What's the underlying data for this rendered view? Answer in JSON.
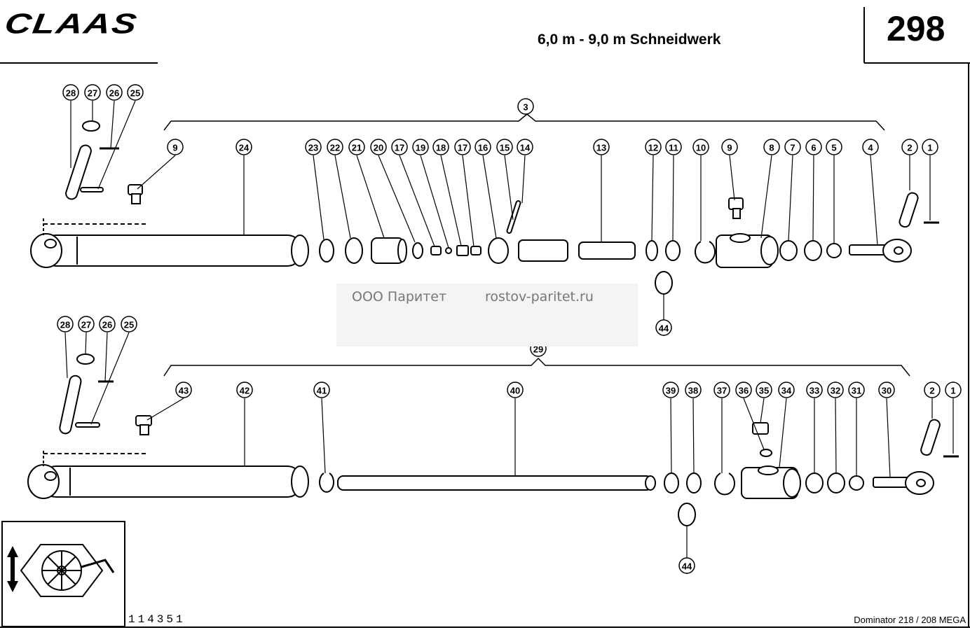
{
  "header": {
    "brand": "CLAAS",
    "title": "6,0 m - 9,0 m Schneidwerk",
    "page_number": "298"
  },
  "watermark": {
    "company": "ООО Паритет",
    "site": "rostov-paritet.ru"
  },
  "footer": {
    "drawing_number": "114351",
    "model": "Dominator 218 / 208 MEGA"
  },
  "top_assembly": {
    "group_label": "3",
    "labels": [
      "28",
      "27",
      "26",
      "25",
      "9",
      "24",
      "23",
      "22",
      "21",
      "20",
      "17",
      "19",
      "18",
      "17",
      "16",
      "15",
      "14",
      "13",
      "12",
      "11",
      "10",
      "9",
      "8",
      "7",
      "6",
      "5",
      "4",
      "2",
      "1",
      "44"
    ]
  },
  "bottom_assembly": {
    "group_label": "29",
    "labels": [
      "28",
      "27",
      "26",
      "25",
      "43",
      "42",
      "41",
      "40",
      "39",
      "38",
      "37",
      "36",
      "35",
      "34",
      "33",
      "32",
      "31",
      "30",
      "2",
      "1",
      "44"
    ]
  }
}
